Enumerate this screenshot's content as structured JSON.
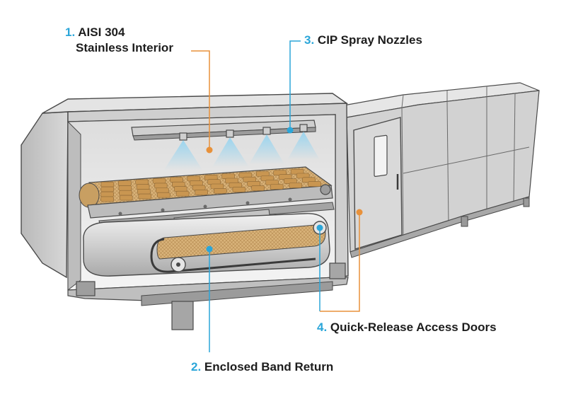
{
  "colors": {
    "orange_accent": "#E8913A",
    "blue_accent": "#2BA6D9",
    "steel_light": "#E9E9E9",
    "steel_mid": "#C9C9C9",
    "steel_dark": "#8E8E8E",
    "outline": "#4A4A4A",
    "belt": "#D9B37A",
    "product": "#C99651"
  },
  "callouts": [
    {
      "number": "1.",
      "line1": "AISI 304",
      "line2": "Stainless Interior",
      "color": "#E8913A"
    },
    {
      "number": "2.",
      "text": "Enclosed Band Return",
      "color": "#2BA6D9"
    },
    {
      "number": "3.",
      "text": "CIP Spray Nozzles",
      "color": "#2BA6D9"
    },
    {
      "number": "4.",
      "text": "Quick-Release Access Doors",
      "color": "#E8913A"
    }
  ]
}
